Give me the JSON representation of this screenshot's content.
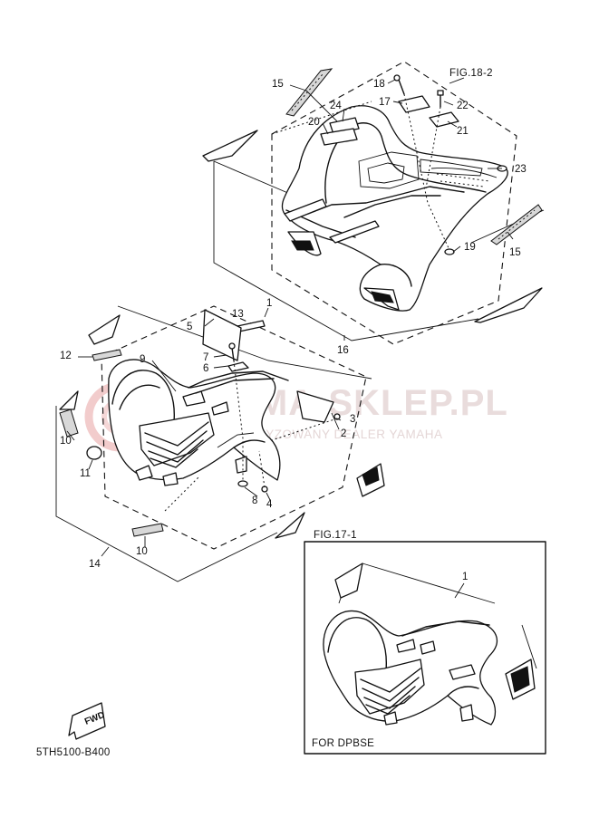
{
  "figure_refs": {
    "rear": "FIG.18-2",
    "front": "FIG.17-1"
  },
  "inset_caption": "FOR  DPBSE",
  "part_code": "5TH5100-B400",
  "fwd_mark": "FWD",
  "watermark": {
    "title": "YAMA-SKLEP.PL",
    "subtitle": "AUTORYZOWANY DEALER YAMAHA"
  },
  "callouts": {
    "c1": "1",
    "c1b": "1",
    "c2": "2",
    "c3": "3",
    "c4": "4",
    "c5": "5",
    "c6": "6",
    "c7": "7",
    "c8": "8",
    "c9": "9",
    "c10a": "10",
    "c10b": "10",
    "c11": "11",
    "c12": "12",
    "c13": "13",
    "c14": "14",
    "c15a": "15",
    "c15b": "15",
    "c16": "16",
    "c17": "17",
    "c18": "18",
    "c19": "19",
    "c20": "20",
    "c21": "21",
    "c22": "22",
    "c23": "23",
    "c24": "24"
  }
}
